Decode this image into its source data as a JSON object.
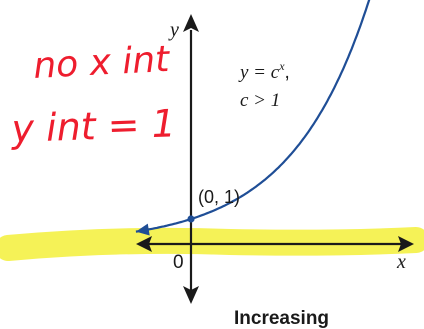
{
  "diagram": {
    "equation_line1": "y = c",
    "equation_exponent": "x",
    "equation_line1_tail": ",",
    "equation_line2": "c > 1",
    "point_label": "(0, 1)",
    "origin_label": "0",
    "x_axis_label": "x",
    "y_axis_label": "y",
    "caption": "Increasing",
    "colors": {
      "axis": "#1a1a1a",
      "curve": "#1f4e96",
      "highlight": "#f3f03a",
      "annotation": "#ee1d2e"
    }
  },
  "annotations": {
    "line1": "no x int",
    "line2": "y int = 1"
  }
}
